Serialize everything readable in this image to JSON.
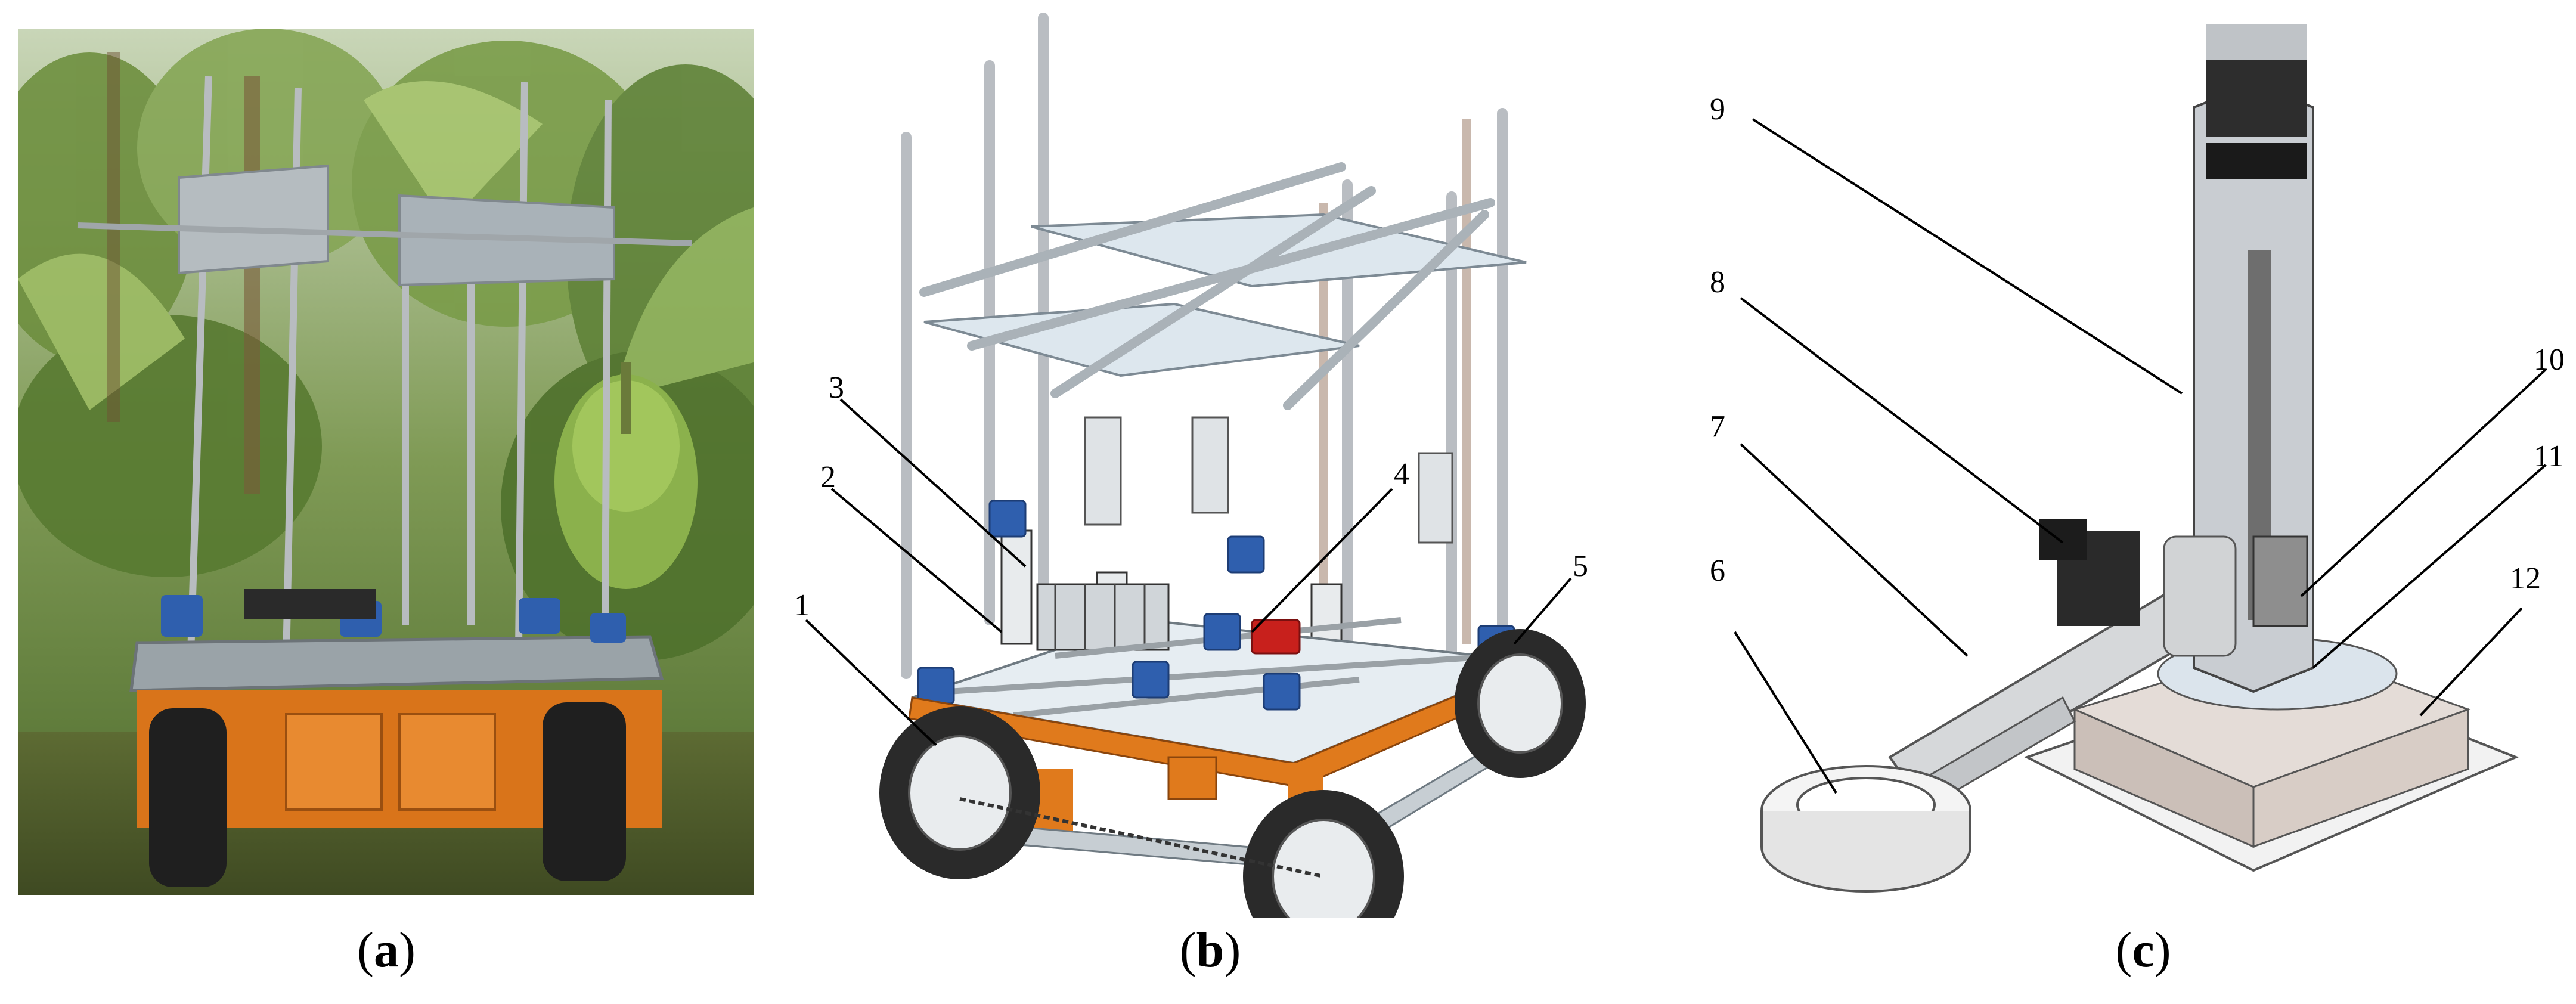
{
  "figure": {
    "panels": [
      {
        "id": "a",
        "caption": "a",
        "kind": "photograph of banana harvesting robot in plantation"
      },
      {
        "id": "b",
        "caption": "b",
        "kind": "CAD model of robot chassis"
      },
      {
        "id": "c",
        "caption": "c",
        "kind": "CAD model of lifting / clamping arm"
      }
    ],
    "callouts_b": [
      "1",
      "2",
      "3",
      "4",
      "5"
    ],
    "callouts_c": [
      "6",
      "7",
      "8",
      "9",
      "10",
      "11",
      "12"
    ]
  },
  "colors": {
    "orange_frame": "#e07a1c",
    "blue_jack": "#2f5fae",
    "red_motor": "#c8201c",
    "plate": "#dde7ee",
    "aluminium": "#c9cdd2",
    "foliage": "#5f7a3c"
  }
}
